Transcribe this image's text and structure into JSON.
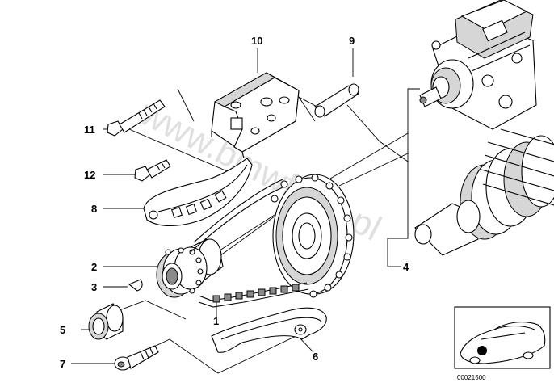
{
  "diagram": {
    "callouts": [
      {
        "id": "c1",
        "label": "1"
      },
      {
        "id": "c2",
        "label": "2"
      },
      {
        "id": "c3",
        "label": "3"
      },
      {
        "id": "c4",
        "label": "4"
      },
      {
        "id": "c5",
        "label": "5"
      },
      {
        "id": "c6",
        "label": "6"
      },
      {
        "id": "c7",
        "label": "7"
      },
      {
        "id": "c8",
        "label": "8"
      },
      {
        "id": "c9",
        "label": "9"
      },
      {
        "id": "c10",
        "label": "10"
      },
      {
        "id": "c11",
        "label": "11"
      },
      {
        "id": "c12",
        "label": "12"
      }
    ],
    "watermark": "www.bmwfans.pl",
    "catalog_number": "00021500"
  },
  "colors": {
    "ink": "#000000",
    "background": "#ffffff",
    "shade": "#d6d6d6",
    "watermark": "#c8c8c8"
  }
}
